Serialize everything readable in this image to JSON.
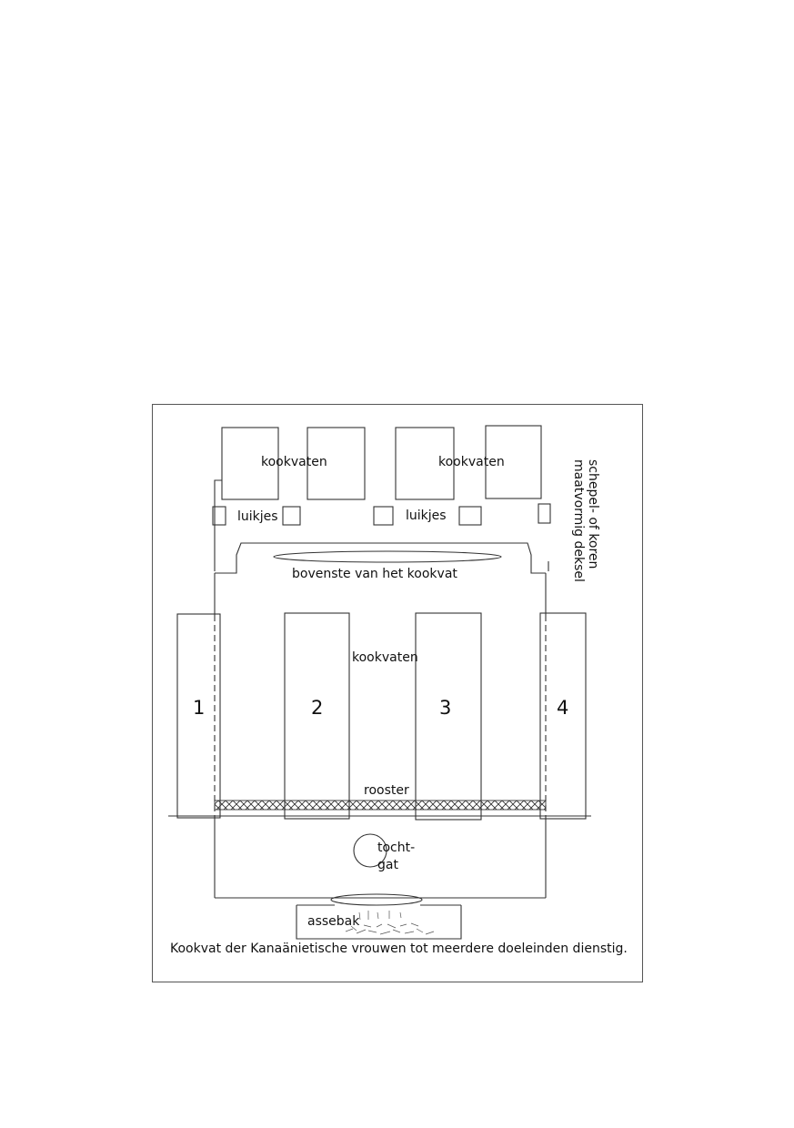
{
  "labels": {
    "kookvaten_top_left": "kookvaten",
    "kookvaten_top_right": "kookvaten",
    "luikjes_left": "luikjes",
    "luikjes_right": "luikjes",
    "lid_line1": "schepel- of koren",
    "lid_line2": "maatvormig deksel",
    "bovenste": "bovenste van het kookvat",
    "kookvaten_middle": "kookvaten",
    "num1": "1",
    "num2": "2",
    "num3": "3",
    "num4": "4",
    "rooster": "rooster",
    "tocht1": "tocht-",
    "tocht2": "gat",
    "assebak": "assebak"
  },
  "caption": "Kookvat der Kanaänietische vrouwen tot meerdere doeleinden dienstig."
}
